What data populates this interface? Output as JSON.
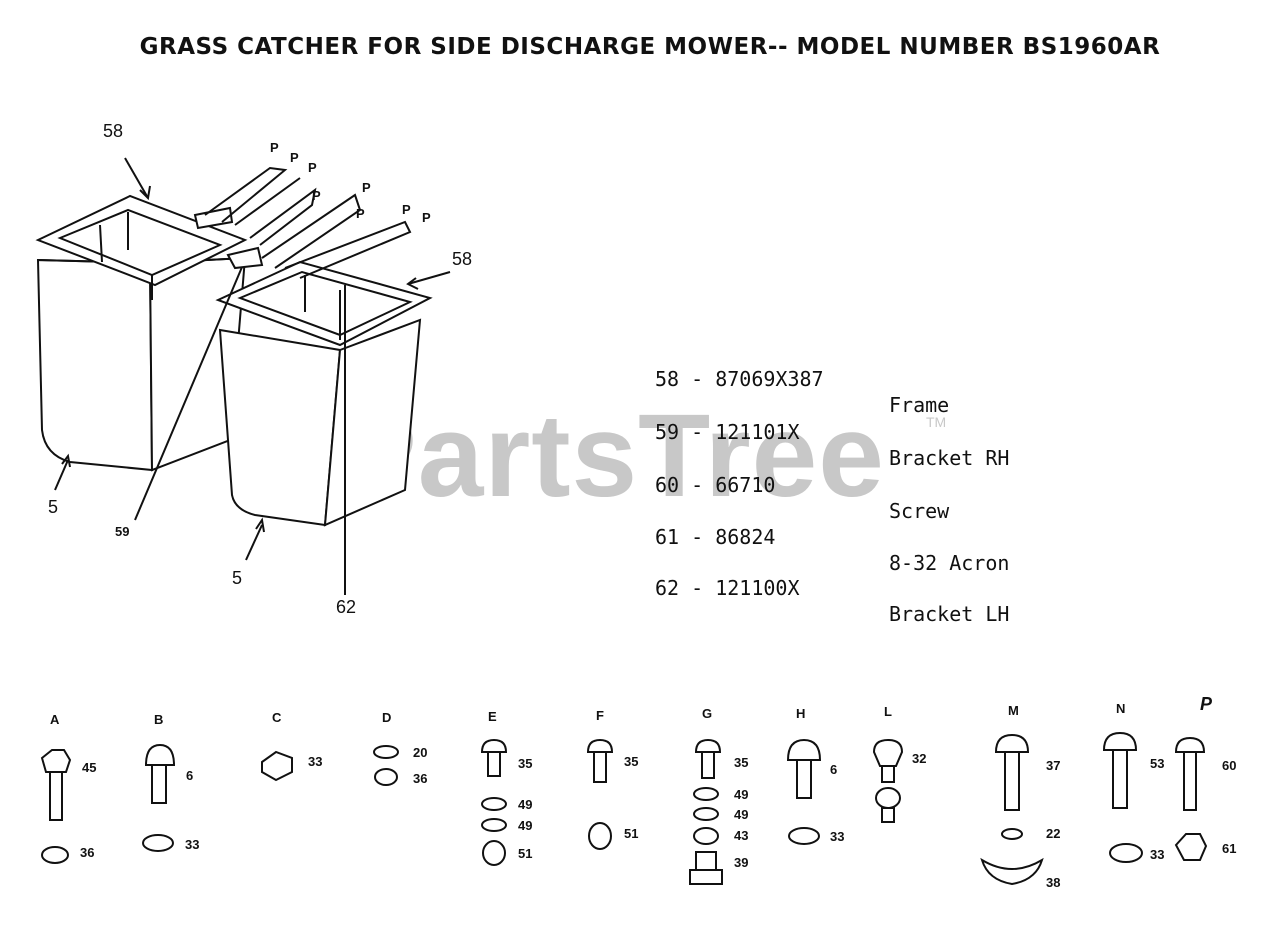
{
  "title": "GRASS CATCHER FOR SIDE DISCHARGE MOWER-- MODEL NUMBER BS1960AR",
  "watermark": "PartsTree",
  "watermark_tm": "TM",
  "parts": [
    {
      "num": "58 - 87069X387",
      "desc": "Frame"
    },
    {
      "num": "59 - 121101X",
      "desc": "Bracket RH"
    },
    {
      "num": "60 - 66710",
      "desc": "Screw"
    },
    {
      "num": "61 - 86824",
      "desc": "8-32 Acron"
    },
    {
      "num": "62 - 121100X",
      "desc": "Bracket LH"
    }
  ],
  "callouts": {
    "frame_left": "58",
    "frame_right": "58",
    "bag_left": "5",
    "bag_right": "5",
    "bracket_rh": "59",
    "bracket_lh": "62",
    "p": "P"
  },
  "hardware": {
    "letters": [
      "A",
      "B",
      "C",
      "D",
      "E",
      "F",
      "G",
      "H",
      "L",
      "M",
      "N",
      "P"
    ],
    "nums": {
      "A1": "45",
      "A2": "36",
      "B1": "6",
      "B2": "33",
      "C1": "33",
      "D1": "20",
      "D2": "36",
      "E1": "35",
      "E2": "49",
      "E3": "49",
      "E4": "51",
      "F1": "35",
      "F2": "51",
      "G1": "35",
      "G2": "49",
      "G3": "49",
      "G4": "43",
      "G5": "39",
      "H1": "6",
      "H2": "33",
      "L1": "32",
      "M1": "37",
      "M2": "22",
      "M3": "38",
      "N1": "53",
      "N2": "33",
      "P1": "60",
      "P2": "61"
    }
  }
}
